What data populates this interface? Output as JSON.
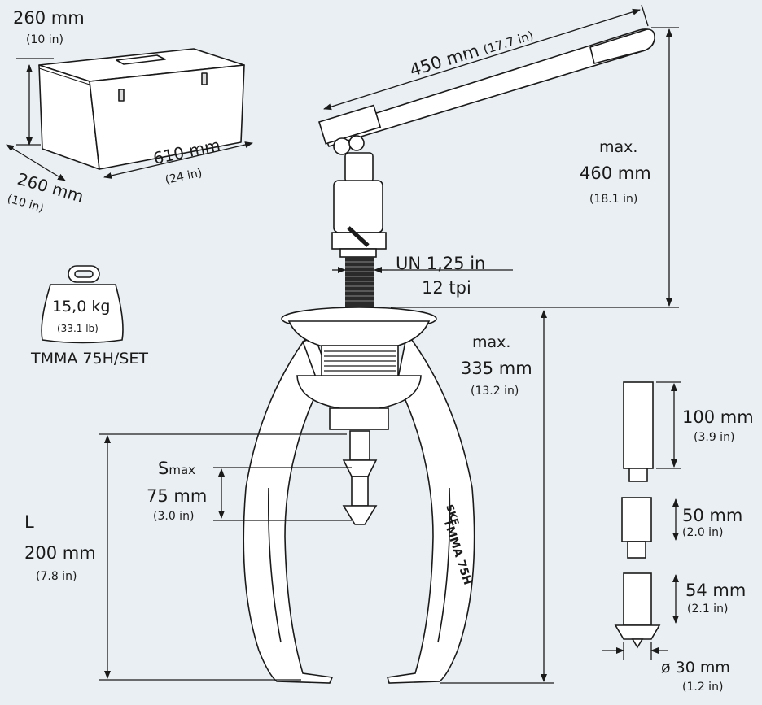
{
  "box": {
    "height_mm": "260 mm",
    "height_in": "(10 in)",
    "length_mm": "610 mm",
    "length_in": "(24 in)",
    "width_mm": "260 mm",
    "width_in": "(10 in)"
  },
  "handle": {
    "length": "450 mm",
    "length_in": "(17.7 in)"
  },
  "height_total": {
    "max": "max.",
    "mm": "460 mm",
    "in": "(18.1 in)"
  },
  "thread": {
    "size": "UN 1,25 in",
    "tpi": "12 tpi"
  },
  "weight": {
    "kg": "15,0 kg",
    "lb": "(33.1 lb)",
    "model": "TMMA 75H/SET"
  },
  "span": {
    "max": "max.",
    "mm": "335 mm",
    "in": "(13.2 in)"
  },
  "stroke": {
    "symbol": "S",
    "subscript": "max",
    "mm": "75 mm",
    "in": "(3.0 in)"
  },
  "reach": {
    "symbol": "L",
    "mm": "200 mm",
    "in": "(7.8 in)"
  },
  "extensions": [
    {
      "mm": "100 mm",
      "in": "(3.9 in)"
    },
    {
      "mm": "50 mm",
      "in": "(2.0 in)"
    },
    {
      "mm": "54 mm",
      "in": "(2.1 in)"
    }
  ],
  "nose": {
    "mm": "ø 30 mm",
    "in": "(1.2 in)"
  },
  "branding": {
    "arm_text": "TMMA 75H",
    "logo": "SKF"
  }
}
